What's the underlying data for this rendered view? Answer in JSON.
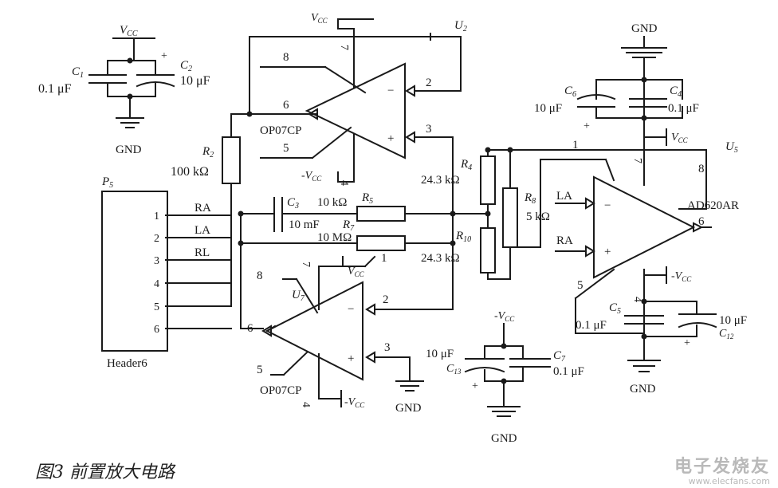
{
  "figure": {
    "caption": "图3  前置放大电路",
    "watermark_logo": "电子发烧友",
    "watermark_url": "www.elecfans.com"
  },
  "labels": {
    "vcc": "V",
    "vcc_sub": "CC",
    "neg_vcc": "-V",
    "gnd": "GND",
    "c1": "C",
    "c1_sub": "1",
    "c1_val": "0.1 μF",
    "c2": "C",
    "c2_sub": "2",
    "c2_val": "10 μF",
    "c2_plus": "+",
    "c3": "C",
    "c3_sub": "3",
    "c3_val": "10 mF",
    "c4": "C",
    "c4_sub": "4",
    "c4_val": "0.1 μF",
    "c5": "C",
    "c5_sub": "5",
    "c5_val": "0.1 μF",
    "c6": "C",
    "c6_sub": "6",
    "c6_val": "10 μF",
    "c6_plus": "+",
    "c7": "C",
    "c7_sub": "7",
    "c7_val": "0.1 μF",
    "c12": "C",
    "c12_sub": "12",
    "c12_val": "10 μF",
    "c12_plus": "+",
    "c13": "C",
    "c13_sub": "13",
    "c13_val": "10 μF",
    "c13_plus": "+",
    "r2": "R",
    "r2_sub": "2",
    "r2_val": "100 kΩ",
    "r4": "R",
    "r4_sub": "4",
    "r4_val": "24.3 kΩ",
    "r5": "R",
    "r5_sub": "5",
    "r5_val": "10 kΩ",
    "r7": "R",
    "r7_sub": "7",
    "r7_val": "10 MΩ",
    "r8": "R",
    "r8_sub": "8",
    "r8_val": "5 kΩ",
    "r10": "R",
    "r10_sub": "10",
    "r10_val": "24.3 kΩ",
    "u2": "U",
    "u2_sub": "2",
    "u2_part": "OP07CP",
    "u7": "U",
    "u7_sub": "7",
    "u7_part": "OP07CP",
    "u5": "U",
    "u5_sub": "5",
    "u5_part": "AD620AR",
    "p5": "P",
    "p5_sub": "5",
    "p5_part": "Header6",
    "header_pins": [
      "1",
      "2",
      "3",
      "4",
      "5",
      "6"
    ],
    "header_signals": [
      "RA",
      "LA",
      "RL"
    ],
    "u2_pins": [
      "8",
      "6",
      "5",
      "7",
      "4",
      "2",
      "3"
    ],
    "u7_pins": [
      "8",
      "6",
      "5",
      "7",
      "4",
      "1",
      "2",
      "3"
    ],
    "u5_pins": [
      "7",
      "8",
      "6",
      "5",
      "4",
      "1"
    ],
    "u5_inputs": [
      "LA",
      "RA"
    ],
    "minus": "−",
    "plus": "+"
  }
}
